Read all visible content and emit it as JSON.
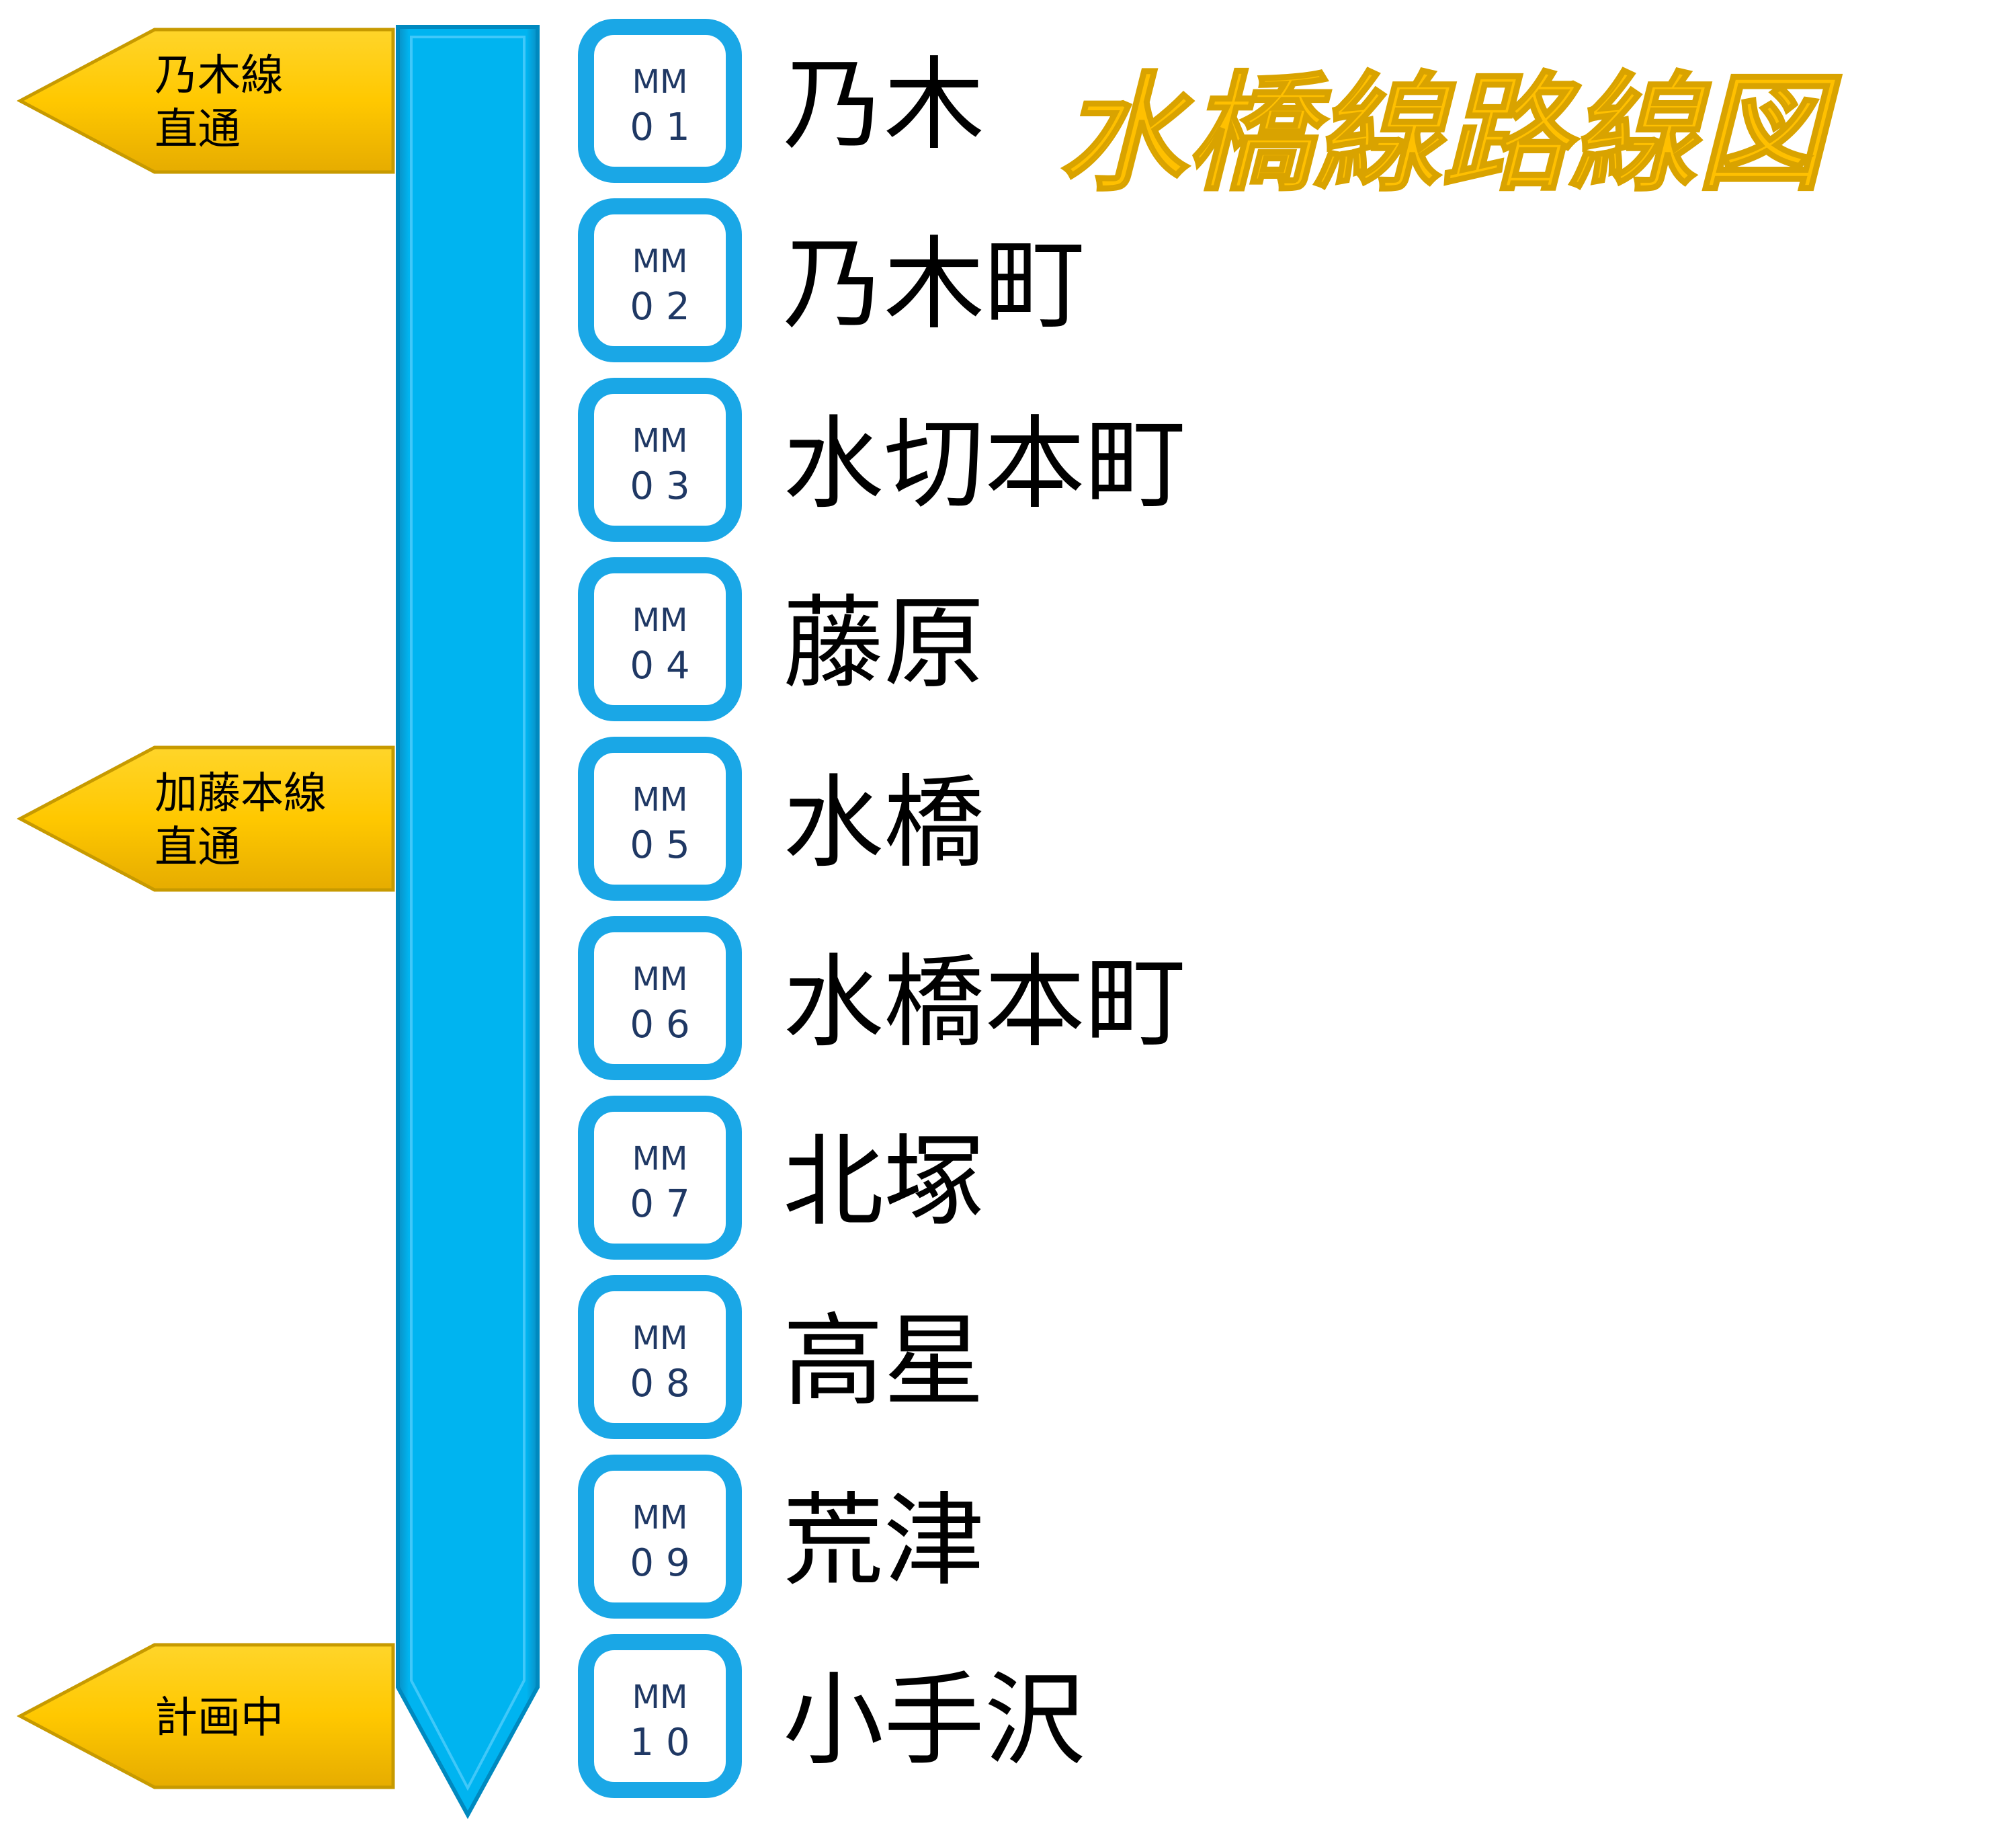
{
  "title": "水橋線路線図",
  "colors": {
    "line": "#00b4f0",
    "line_edge": "#0089bf",
    "badge_border": "#1aa7e6",
    "code_text": "#1f3864",
    "branch_fill": "#ffc800",
    "branch_edge": "#c79a00",
    "title": "#ffc000",
    "station_text": "#000000"
  },
  "branches": [
    {
      "lines": [
        "乃木線",
        "直通"
      ],
      "station_index": 0,
      "icon": "arrow-left-icon"
    },
    {
      "lines": [
        "加藤本線",
        "直通"
      ],
      "station_index": 4,
      "icon": "arrow-left-icon"
    },
    {
      "lines": [
        "計画中"
      ],
      "station_index": 9,
      "icon": "arrow-left-icon"
    }
  ],
  "stations": [
    {
      "prefix": "MM",
      "number": "01",
      "name": "乃木"
    },
    {
      "prefix": "MM",
      "number": "02",
      "name": "乃木町"
    },
    {
      "prefix": "MM",
      "number": "03",
      "name": "水切本町"
    },
    {
      "prefix": "MM",
      "number": "04",
      "name": "藤原"
    },
    {
      "prefix": "MM",
      "number": "05",
      "name": "水橋"
    },
    {
      "prefix": "MM",
      "number": "06",
      "name": "水橋本町"
    },
    {
      "prefix": "MM",
      "number": "07",
      "name": "北塚"
    },
    {
      "prefix": "MM",
      "number": "08",
      "name": "高星"
    },
    {
      "prefix": "MM",
      "number": "09",
      "name": "荒津"
    },
    {
      "prefix": "MM",
      "number": "10",
      "name": "小手沢"
    }
  ]
}
